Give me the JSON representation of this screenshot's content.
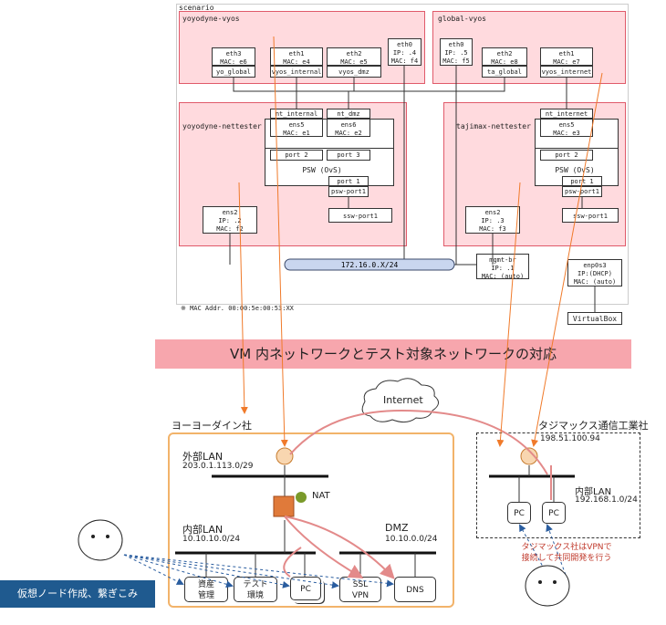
{
  "scenario": {
    "title": "scenario",
    "mac_note": "※ MAC Addr. 00:00:5e:00:53:XX"
  },
  "yoyodyne_vyos": {
    "title": "yoyodyne-vyos",
    "ports": [
      {
        "name": "eth3",
        "mac": "MAC: e6",
        "net": "yo_global"
      },
      {
        "name": "eth1",
        "mac": "MAC: e4",
        "net": "vyos_internal"
      },
      {
        "name": "eth2",
        "mac": "MAC: e5",
        "net": "vyos_dmz"
      }
    ],
    "eth0": {
      "name": "eth0",
      "ip": "IP: .4",
      "mac": "MAC: f4"
    }
  },
  "global_vyos": {
    "title": "global-vyos",
    "eth0": {
      "name": "eth0",
      "ip": "IP: .5",
      "mac": "MAC: f5"
    },
    "ports": [
      {
        "name": "eth2",
        "mac": "MAC: e8",
        "net": "ta_global"
      },
      {
        "name": "eth1",
        "mac": "MAC: e7",
        "net": "vyos_internet"
      }
    ]
  },
  "yoyodyne_nettester": {
    "title": "yoyodyne-nettester",
    "nets": [
      "nt_internal",
      "nt_dmz"
    ],
    "ens": [
      {
        "name": "ens5",
        "mac": "MAC: e1"
      },
      {
        "name": "ens6",
        "mac": "MAC: e2"
      }
    ],
    "psw_ports": [
      "port 2",
      "port 3"
    ],
    "psw": "PSW (OvS)",
    "port1": "port 1",
    "psw_port1": "psw-port1",
    "ssw_port1": "ssw-port1",
    "ens2": {
      "name": "ens2",
      "ip": "IP: .2",
      "mac": "MAC: f2"
    }
  },
  "tajimax_nettester": {
    "title": "tajimax-nettester",
    "net": "nt_internet",
    "ens": {
      "name": "ens5",
      "mac": "MAC: e3"
    },
    "psw_port": "port 2",
    "psw": "PSW (OvS)",
    "port1": "port 1",
    "psw_port1": "psw-port1",
    "ssw_port1": "ssw-port1",
    "ens2": {
      "name": "ens2",
      "ip": "IP: .3",
      "mac": "MAC: f3"
    }
  },
  "mgmt_net": "172.16.0.X/24",
  "mgmt_br": {
    "name": "mgmt-br",
    "ip": "IP: .1",
    "mac": "MAC: (auto)"
  },
  "enp0s3": {
    "name": "enp0s3",
    "ip": "IP:(DHCP)",
    "mac": "MAC: (auto)"
  },
  "virtualbox": "VirtualBox",
  "banner": "VM 内ネットワークとテスト対象ネットワークの対応",
  "internet": "Internet",
  "yoyodyne": {
    "title": "ヨーヨーダイン社",
    "ext_lan": "外部LAN",
    "ext_net": "203.0.1.113.0/29",
    "nat": "NAT",
    "int_lan": "内部LAN",
    "int_net": "10.10.10.0/24",
    "dmz": "DMZ",
    "dmz_net": "10.10.0.0/24",
    "devices": [
      "資産\n管理",
      "テスト\n環境",
      "PC",
      "SSL\nVPN",
      "DNS"
    ]
  },
  "tajimax": {
    "title": "タジマックス通信工業社",
    "net": "198.51.100.94",
    "int_lan": "内部LAN",
    "int_net": "192.168.1.0/24",
    "pcs": [
      "PC",
      "PC"
    ],
    "note": "タジマックス社はVPNで\n接続して共同開発を行う"
  },
  "left_label": "仮想ノード作成、繋ぎこみ",
  "colors": {
    "pink": "#ffc7cc",
    "banner": "#f7a6ad",
    "orange": "#f2b36a",
    "arrow_orange": "#f07a2a",
    "dark_blue": "#1f5a8f"
  }
}
